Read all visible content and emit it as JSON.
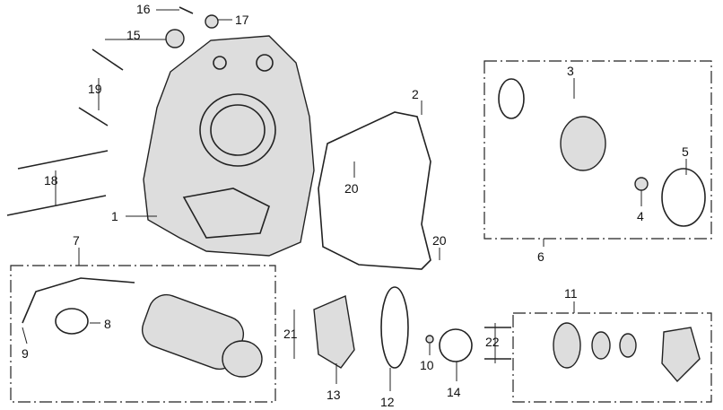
{
  "diagram": {
    "type": "exploded-parts-diagram",
    "callouts": [
      "1",
      "2",
      "3",
      "4",
      "5",
      "6",
      "7",
      "8",
      "9",
      "10",
      "11",
      "12",
      "13",
      "14",
      "15",
      "16",
      "17",
      "18",
      "19",
      "20",
      "20",
      "21",
      "22"
    ]
  }
}
